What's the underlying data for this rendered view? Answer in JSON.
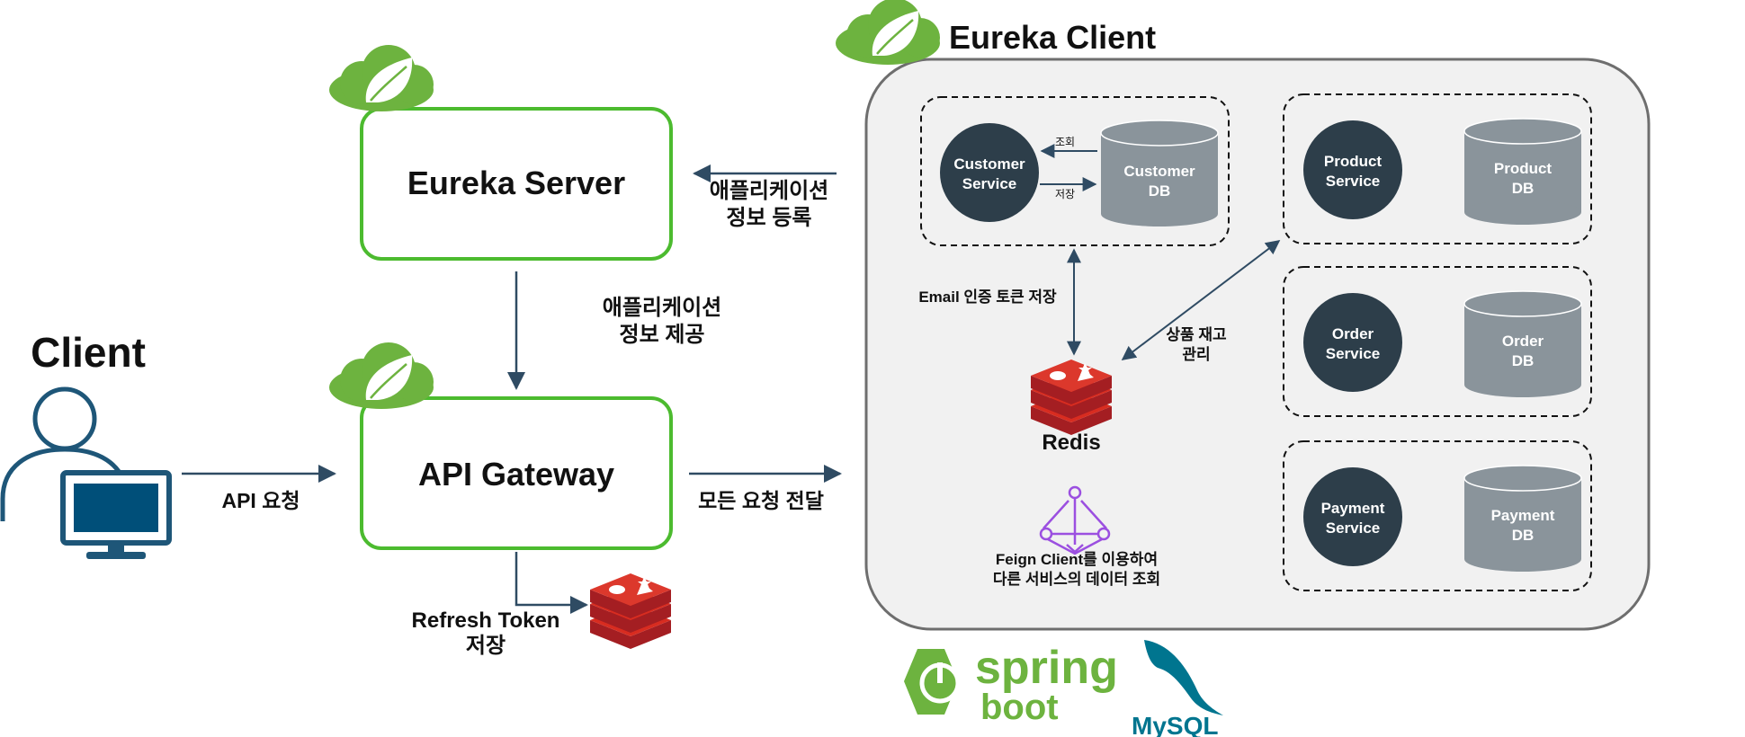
{
  "client": {
    "title": "Client",
    "request_label": "API 요청"
  },
  "eureka_server": {
    "title": "Eureka Server"
  },
  "register": {
    "line1": "애플리케이션",
    "line2": "정보 등록"
  },
  "provide": {
    "line1": "애플리케이션",
    "line2": "정보 제공"
  },
  "gateway": {
    "title": "API Gateway",
    "forward_label": "모든 요청 전달"
  },
  "refresh": {
    "line1": "Refresh Token",
    "line2": "저장"
  },
  "eureka_client": {
    "title": "Eureka Client"
  },
  "customer": {
    "service_line1": "Customer",
    "service_line2": "Service",
    "db_line1": "Customer",
    "db_line2": "DB",
    "query_label": "조회",
    "save_label": "저장"
  },
  "product": {
    "service_line1": "Product",
    "service_line2": "Service",
    "db_line1": "Product",
    "db_line2": "DB"
  },
  "order": {
    "service_line1": "Order",
    "service_line2": "Service",
    "db_line1": "Order",
    "db_line2": "DB"
  },
  "payment": {
    "service_line1": "Payment",
    "service_line2": "Service",
    "db_line1": "Payment",
    "db_line2": "DB"
  },
  "email_label": "Email 인증 토큰 저장",
  "stock": {
    "line1": "상품 재고",
    "line2": "관리"
  },
  "redis_label": "Redis",
  "feign": {
    "line1": "Feign Client를 이용하여",
    "line2": "다른 서비스의 데이터 조회"
  },
  "logos": {
    "spring_top": "spring",
    "spring_bottom": "boot",
    "mysql": "MySQL"
  },
  "colors": {
    "green": "#6DB33F",
    "box_green": "#4CBB2F",
    "dark": "#2D3E4A",
    "db": "#8A949B",
    "arrow": "#2F4B63",
    "redis": "#C4272D",
    "client": "#1E5678",
    "feign": "#9B4FE0"
  }
}
